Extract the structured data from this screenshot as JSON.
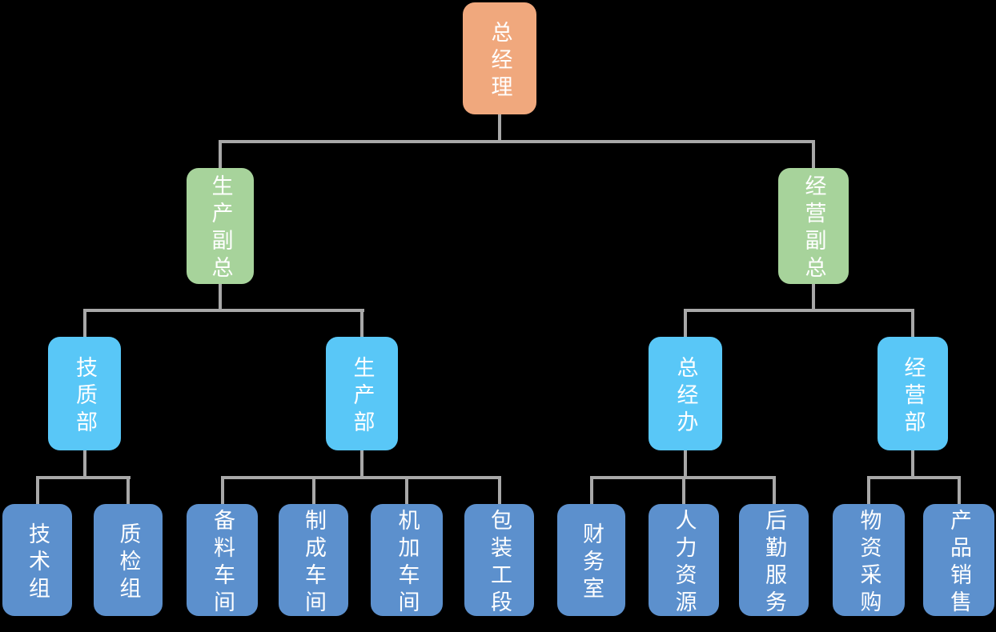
{
  "page": {
    "background": "#000000"
  },
  "colors": {
    "root_fill": "#F0A87D",
    "vice_fill": "#A7D39B",
    "dept_fill": "#59C7F7",
    "unit_fill": "#5C90CD",
    "connector": "#A8A8A8",
    "text": "#FFFFFF"
  },
  "diagram": {
    "type": "org-chart",
    "nodes": [
      {
        "id": "zjl",
        "label": "总经理",
        "role": "root"
      },
      {
        "id": "scfz",
        "label": "生产副总",
        "role": "vice"
      },
      {
        "id": "jyfz",
        "label": "经营副总",
        "role": "vice"
      },
      {
        "id": "jzb",
        "label": "技质部",
        "role": "dept"
      },
      {
        "id": "scb",
        "label": "生产部",
        "role": "dept"
      },
      {
        "id": "zjb",
        "label": "总经办",
        "role": "dept"
      },
      {
        "id": "jyb",
        "label": "经营部",
        "role": "dept"
      },
      {
        "id": "jsz",
        "label": "技术组",
        "role": "unit"
      },
      {
        "id": "zjz",
        "label": "质检组",
        "role": "unit"
      },
      {
        "id": "blcj",
        "label": "备料车间",
        "role": "unit"
      },
      {
        "id": "zccj",
        "label": "制成车间",
        "role": "unit"
      },
      {
        "id": "jjcj",
        "label": "机加车间",
        "role": "unit"
      },
      {
        "id": "bzgd",
        "label": "包装工段",
        "role": "unit"
      },
      {
        "id": "cws",
        "label": "财务室",
        "role": "unit"
      },
      {
        "id": "rlzy",
        "label": "人力资源",
        "role": "unit"
      },
      {
        "id": "hqfw",
        "label": "后勤服务",
        "role": "unit"
      },
      {
        "id": "wzcg",
        "label": "物资采购",
        "role": "unit"
      },
      {
        "id": "cpxs",
        "label": "产品销售",
        "role": "unit"
      }
    ],
    "node_names": {
      "zjl": "node-general-manager",
      "scfz": "node-production-vice-gm",
      "jyfz": "node-operations-vice-gm",
      "jzb": "node-tech-quality-dept",
      "scb": "node-production-dept",
      "zjb": "node-gm-office",
      "jyb": "node-operations-dept",
      "jsz": "node-technical-group",
      "zjz": "node-quality-inspection-group",
      "blcj": "node-material-prep-workshop",
      "zccj": "node-finishing-workshop",
      "jjcj": "node-machining-workshop",
      "bzgd": "node-packaging-section",
      "cws": "node-finance-office",
      "rlzy": "node-human-resources",
      "hqfw": "node-logistics-services",
      "wzcg": "node-material-procurement",
      "cpxs": "node-product-sales"
    },
    "edges": [
      {
        "from": "zjl",
        "to": [
          "scfz",
          "jyfz"
        ]
      },
      {
        "from": "scfz",
        "to": [
          "jzb",
          "scb"
        ]
      },
      {
        "from": "jyfz",
        "to": [
          "zjb",
          "jyb"
        ]
      },
      {
        "from": "jzb",
        "to": [
          "jsz",
          "zjz"
        ]
      },
      {
        "from": "scb",
        "to": [
          "blcj",
          "zccj",
          "jjcj",
          "bzgd"
        ]
      },
      {
        "from": "zjb",
        "to": [
          "cws",
          "rlzy",
          "hqfw"
        ]
      },
      {
        "from": "jyb",
        "to": [
          "wzcg",
          "cpxs"
        ]
      }
    ]
  }
}
